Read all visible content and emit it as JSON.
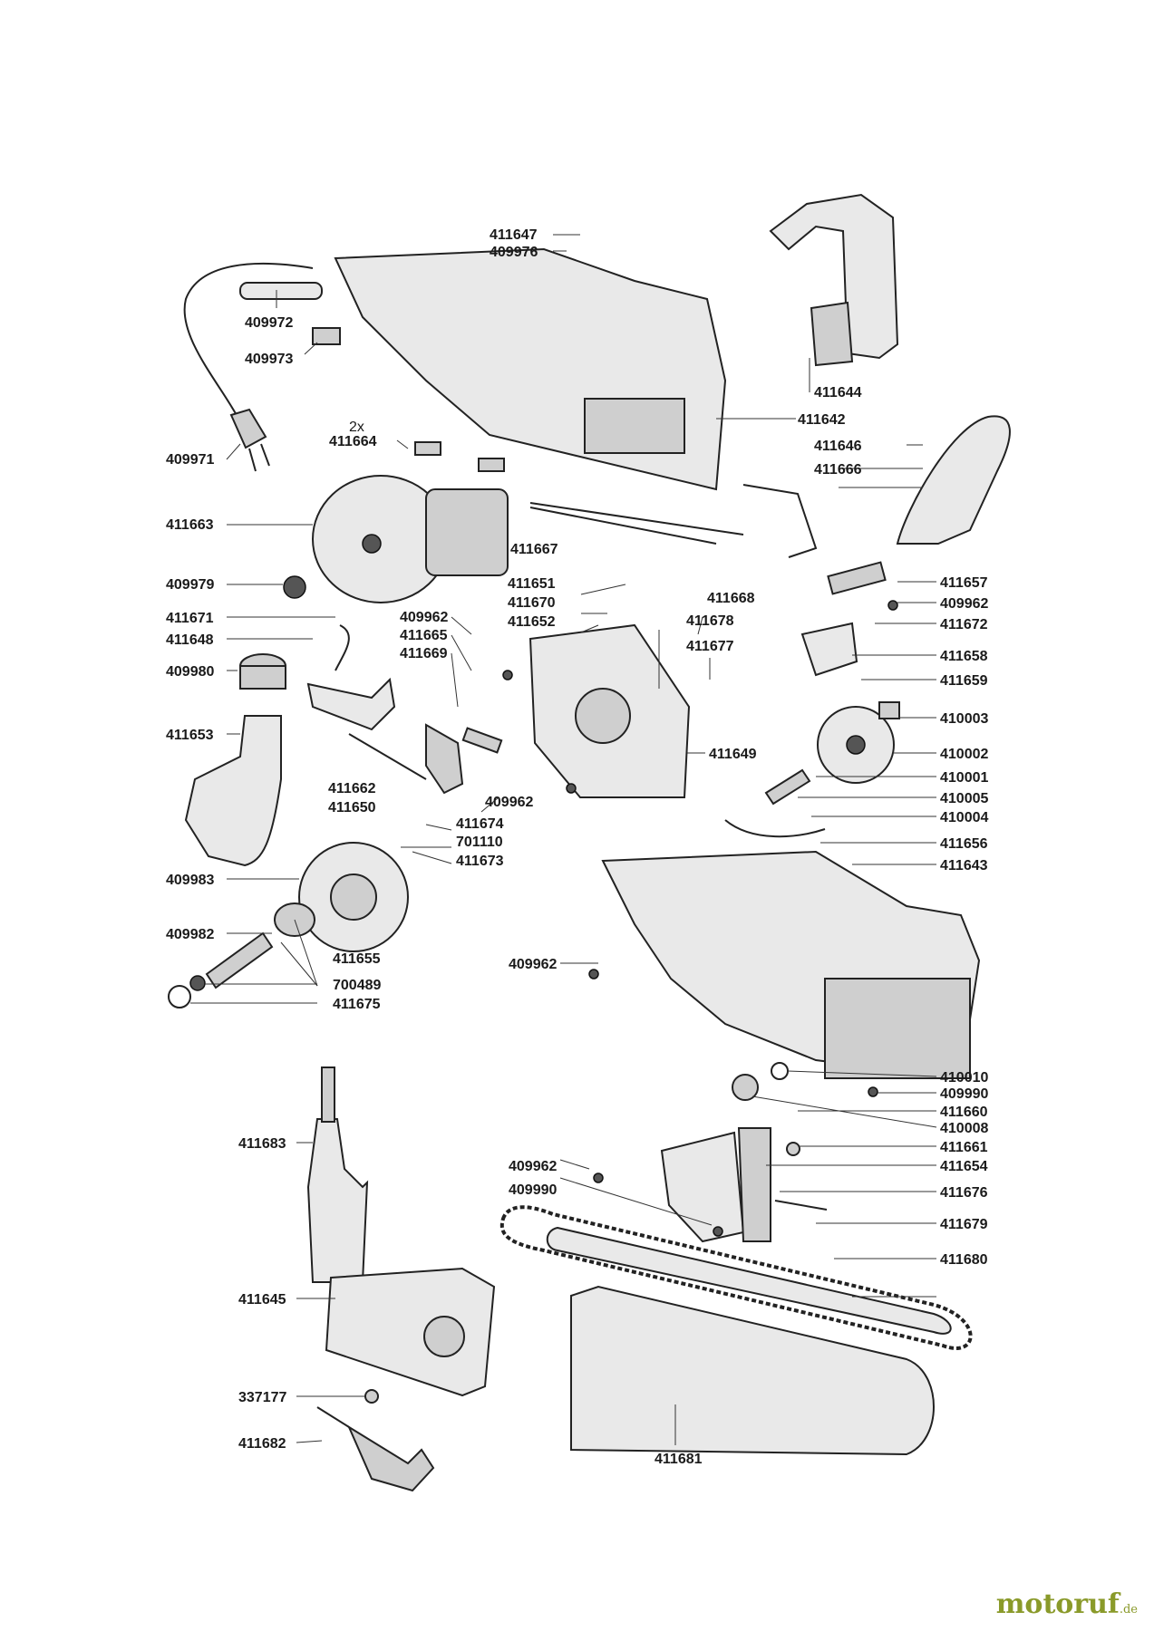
{
  "parts": {
    "p411647": "411647",
    "p409976": "409976",
    "p409972": "409972",
    "p409973": "409973",
    "p409971": "409971",
    "p2x": "2x",
    "p411664": "411664",
    "p411663": "411663",
    "p409979": "409979",
    "p411671": "411671",
    "p411648": "411648",
    "p409980": "409980",
    "p411653": "411653",
    "p411662": "411662",
    "p411650": "411650",
    "p409983": "409983",
    "p409982": "409982",
    "p411655": "411655",
    "p700489": "700489",
    "p411675": "411675",
    "p411683": "411683",
    "p411645": "411645",
    "p337177": "337177",
    "p411682": "411682",
    "p411681": "411681",
    "p411644": "411644",
    "p411642": "411642",
    "p411646": "411646",
    "p411666": "411666",
    "p411667": "411667",
    "p411657": "411657",
    "p409962a": "409962",
    "p411672": "411672",
    "p411658": "411658",
    "p411659": "411659",
    "p410003": "410003",
    "p410002": "410002",
    "p410001": "410001",
    "p410005": "410005",
    "p410004": "410004",
    "p411656": "411656",
    "p411643": "411643",
    "p411651": "411651",
    "p411670": "411670",
    "p411652": "411652",
    "p411668": "411668",
    "p411678": "411678",
    "p411677": "411677",
    "p409962b": "409962",
    "p411665": "411665",
    "p411669": "411669",
    "p411649": "411649",
    "p409962c": "409962",
    "p411674": "411674",
    "p701110": "701110",
    "p411673": "411673",
    "p409962d": "409962",
    "p410010": "410010",
    "p409990a": "409990",
    "p411660": "411660",
    "p410008": "410008",
    "p411661": "411661",
    "p409962e": "409962",
    "p411654": "411654",
    "p409990b": "409990",
    "p411676": "411676",
    "p411679": "411679",
    "p411680": "411680"
  },
  "brand": {
    "name": "motoruf",
    "suffix": ".de"
  },
  "accent_color": "#8a9a2a"
}
